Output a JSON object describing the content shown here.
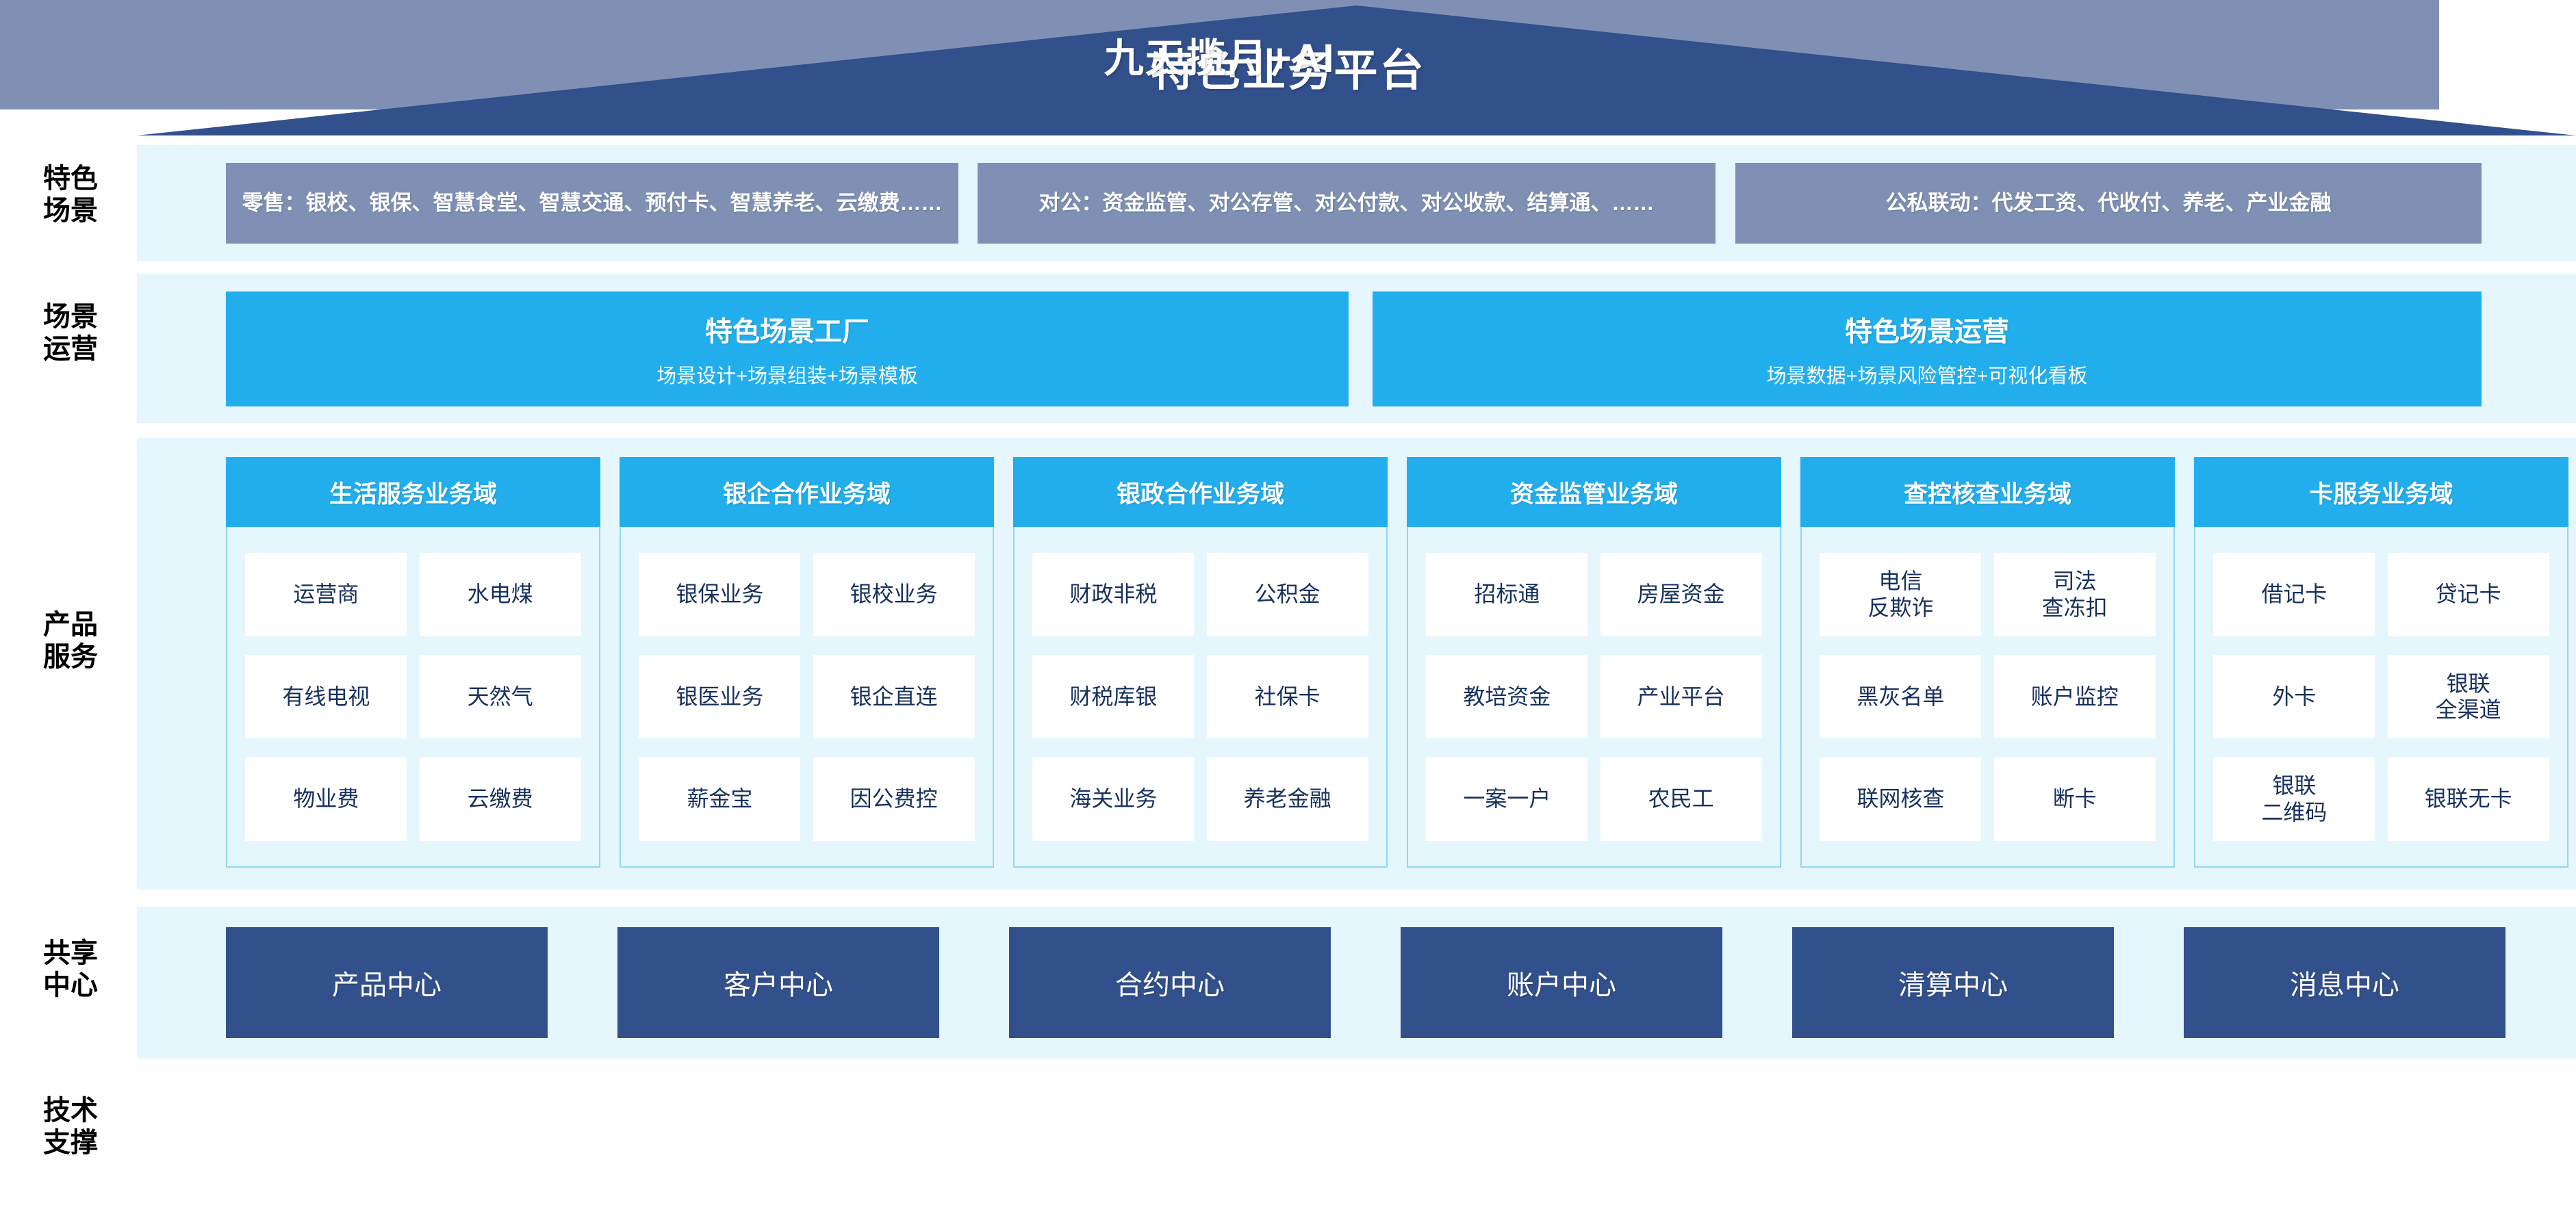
{
  "header": {
    "title": "特色业务平台",
    "roof_color": "#32508c"
  },
  "colors": {
    "roof_navy": "#32508c",
    "band_bg": "#e6f6fd",
    "slate_blue": "#7f90b4",
    "cyan": "#22aeec",
    "cell_white": "#ffffff",
    "text_navy": "#16305e",
    "domain_border": "#8fd8f4"
  },
  "row_labels": [
    "特色\n场景",
    "场景\n运营",
    "产品\n服务",
    "共享\n中心",
    "技术\n支撑"
  ],
  "scenario_row": {
    "boxes": [
      "零售：银校、银保、智慧食堂、智慧交通、预付卡、智慧养老、云缴费……",
      "对公：资金监管、对公存管、对公付款、对公收款、结算通、……",
      "公私联动：代发工资、代收付、养老、产业金融"
    ]
  },
  "operation_row": {
    "boxes": [
      {
        "title": "特色场景工厂",
        "subtitle": "场景设计+场景组装+场景模板"
      },
      {
        "title": "特色场景运营",
        "subtitle": "场景数据+场景风险管控+可视化看板"
      }
    ]
  },
  "product_row": {
    "domains": [
      {
        "title": "生活服务业务域",
        "items": [
          "运营商",
          "水电煤",
          "有线电视",
          "天然气",
          "物业费",
          "云缴费"
        ]
      },
      {
        "title": "银企合作业务域",
        "items": [
          "银保业务",
          "银校业务",
          "银医业务",
          "银企直连",
          "薪金宝",
          "因公费控"
        ]
      },
      {
        "title": "银政合作业务域",
        "items": [
          "财政非税",
          "公积金",
          "财税库银",
          "社保卡",
          "海关业务",
          "养老金融"
        ]
      },
      {
        "title": "资金监管业务域",
        "items": [
          "招标通",
          "房屋资金",
          "教培资金",
          "产业平台",
          "一案一户",
          "农民工"
        ]
      },
      {
        "title": "查控核查业务域",
        "items": [
          "电信\n反欺诈",
          "司法\n查冻扣",
          "黑灰名单",
          "账户监控",
          "联网核查",
          "断卡"
        ]
      },
      {
        "title": "卡服务业务域",
        "items": [
          "借记卡",
          "贷记卡",
          "外卡",
          "银联\n全渠道",
          "银联\n二维码",
          "银联无卡"
        ]
      }
    ]
  },
  "shared_row": {
    "centers": [
      "产品中心",
      "客户中心",
      "合约中心",
      "账户中心",
      "清算中心",
      "消息中心"
    ]
  },
  "tech_row": {
    "label": "九天揽月+AI"
  }
}
